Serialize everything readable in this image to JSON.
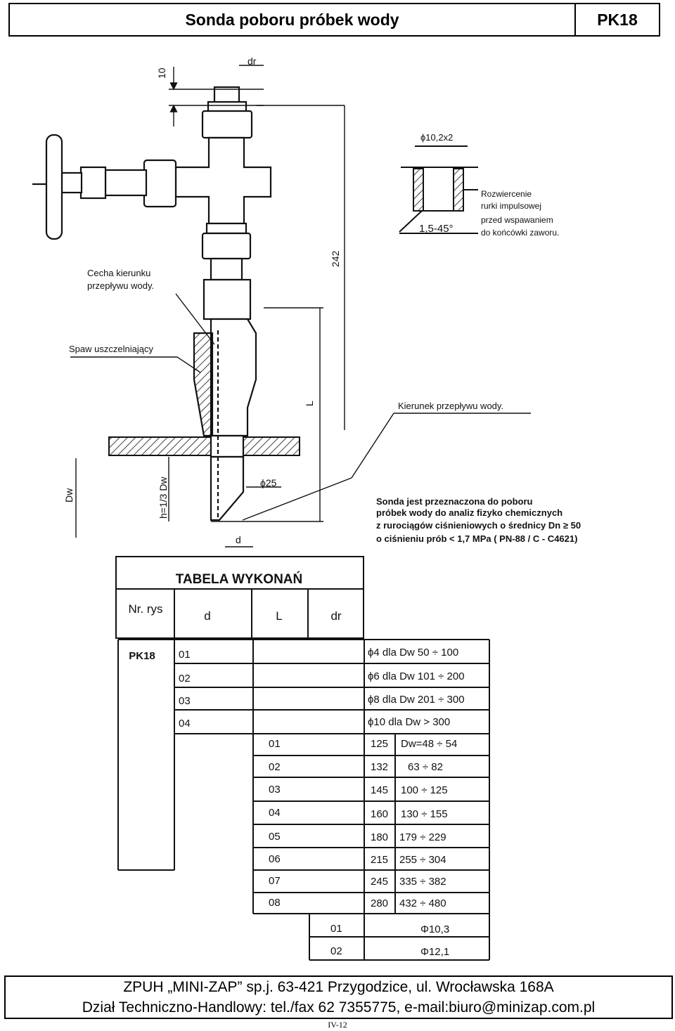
{
  "header": {
    "title": "Sonda poboru próbek wody",
    "code": "PK18"
  },
  "drawing": {
    "dim_dr": "dr",
    "dim_10": "10",
    "dim_242": "242",
    "dim_L": "L",
    "dim_phi25": "ϕ25",
    "dim_d": "d",
    "dim_Dw": "Dw",
    "dim_h": "h=1/3 Dw",
    "label_cecha": [
      "Cecha kierunku",
      "przepływu wody."
    ],
    "label_spaw": "Spaw uszczelniający",
    "label_kierunek": "Kierunek przepływu wody.",
    "detail_phi": "ϕ10,2x2",
    "detail_angle": "1,5-45°",
    "detail_note": [
      "Rozwiercenie",
      "rurki impulsowej",
      "przed wspawaniem",
      "do końcówki zaworu."
    ],
    "description": [
      "Sonda jest przeznaczona do poboru",
      "próbek wody do analiz fizyko chemicznych",
      "z rurociągów ciśnieniowych o średnicy Dn ≥ 50",
      "o ciśnieniu prób < 1,7 MPa ( PN-88 / C - C4621)"
    ]
  },
  "table": {
    "title": "TABELA WYKONAŃ",
    "headers": [
      "Nr. rys",
      "d",
      "L",
      "dr"
    ],
    "model": "PK18",
    "d_rows": [
      {
        "code": "01",
        "desc": "ϕ4 dla Dw 50 ÷ 100"
      },
      {
        "code": "02",
        "desc": "ϕ6 dla Dw 101 ÷ 200"
      },
      {
        "code": "03",
        "desc": "ϕ8 dla Dw 201 ÷ 300"
      },
      {
        "code": "04",
        "desc": "ϕ10 dla Dw > 300"
      }
    ],
    "L_rows": [
      {
        "code": "01",
        "len": "125",
        "dw": "Dw=48 ÷ 54"
      },
      {
        "code": "02",
        "len": "132",
        "dw": "63 ÷ 82"
      },
      {
        "code": "03",
        "len": "145",
        "dw": "100 ÷ 125"
      },
      {
        "code": "04",
        "len": "160",
        "dw": "130 ÷ 155"
      },
      {
        "code": "05",
        "len": "180",
        "dw": "179 ÷ 229"
      },
      {
        "code": "06",
        "len": "215",
        "dw": "255 ÷ 304"
      },
      {
        "code": "07",
        "len": "245",
        "dw": "335 ÷ 382"
      },
      {
        "code": "08",
        "len": "280",
        "dw": "432 ÷ 480"
      }
    ],
    "dr_rows": [
      {
        "code": "01",
        "val": "Φ10,3"
      },
      {
        "code": "02",
        "val": "Φ12,1"
      }
    ]
  },
  "footer": {
    "line1": "ZPUH „MINI-ZAP” sp.j. 63-421 Przygodzice, ul. Wrocławska 168A",
    "line2": "Dział Techniczno-Handlowy: tel./fax 62 7355775, e-mail:biuro@minizap.com.pl",
    "page": "IV-12"
  }
}
